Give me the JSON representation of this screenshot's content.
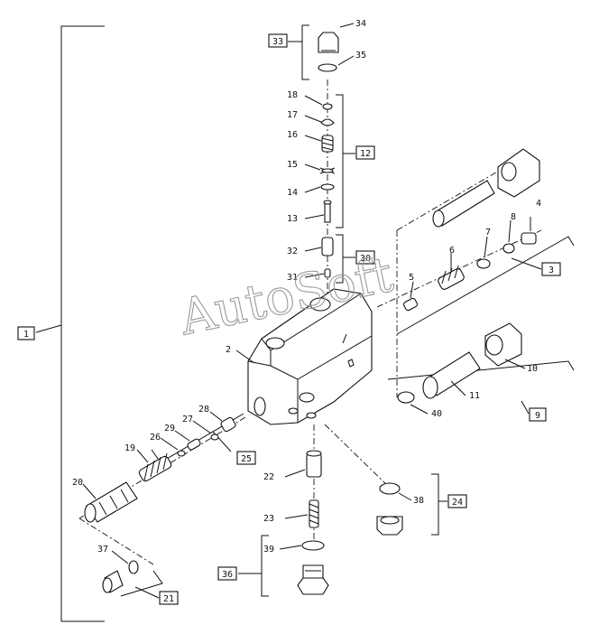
{
  "watermark": "AutoSoft",
  "group_labels": {
    "g1": "1",
    "g3": "3",
    "g9": "9",
    "g12": "12",
    "g21": "21",
    "g24": "24",
    "g25": "25",
    "g30": "30",
    "g33": "33",
    "g36": "36"
  },
  "part_labels": {
    "p2": "2",
    "p4": "4",
    "p5": "5",
    "p6": "6",
    "p7": "7",
    "p8": "8",
    "p10": "10",
    "p11": "11",
    "p13": "13",
    "p14": "14",
    "p15": "15",
    "p16": "16",
    "p17": "17",
    "p18": "18",
    "p19": "19",
    "p20": "20",
    "p22": "22",
    "p23": "23",
    "p26": "26",
    "p27": "27",
    "p28": "28",
    "p29": "29",
    "p31": "31",
    "p32": "32",
    "p34": "34",
    "p35": "35",
    "p37": "37",
    "p38": "38",
    "p39": "39",
    "p40": "40"
  }
}
